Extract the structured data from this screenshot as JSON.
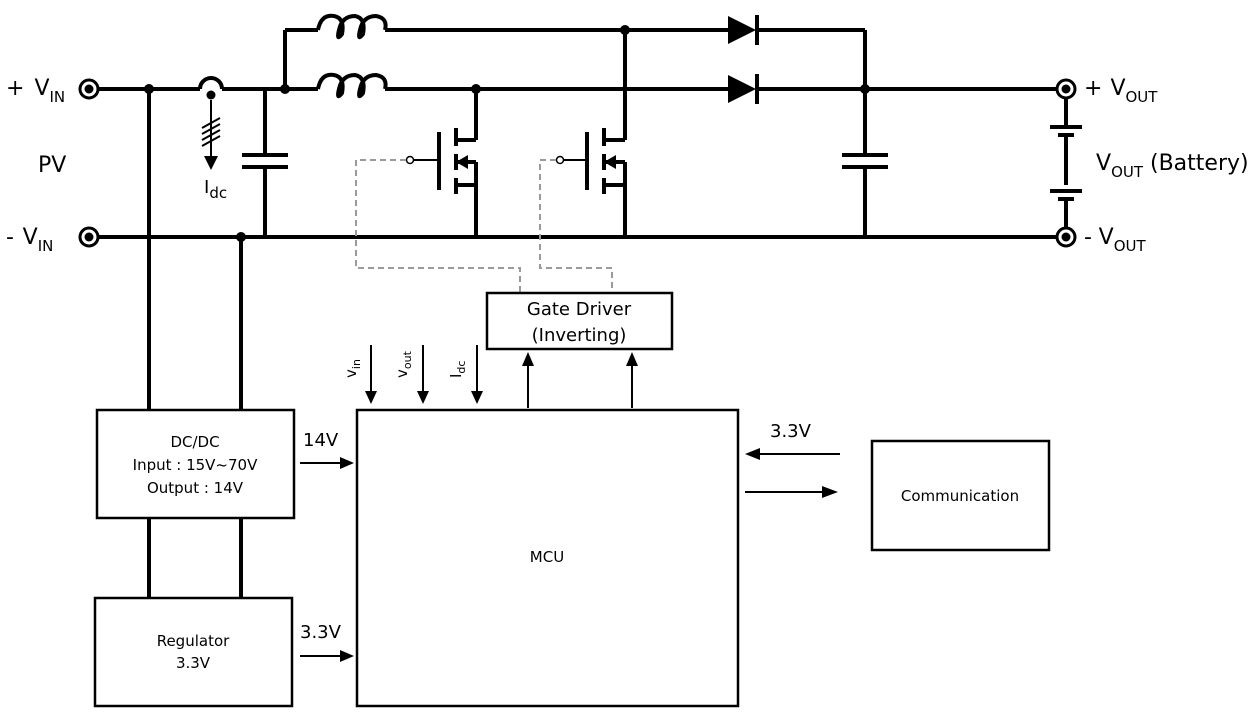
{
  "terminals": {
    "vin_pos": {
      "sign": "+",
      "symbol": "V",
      "sub": "IN"
    },
    "vin_neg": {
      "sign": "-",
      "symbol": "V",
      "sub": "IN"
    },
    "vout_pos": {
      "sign": "+",
      "symbol": "V",
      "sub": "OUT"
    },
    "vout_neg": {
      "sign": "-",
      "symbol": "V",
      "sub": "OUT"
    }
  },
  "pv_label": "PV",
  "current_sensor": {
    "symbol": "I",
    "sub": "dc"
  },
  "battery_label": {
    "symbol": "V",
    "sub": "OUT",
    "suffix": " (Battery)"
  },
  "blocks": {
    "gate_driver": {
      "line1": "Gate Driver",
      "line2": "(Inverting)"
    },
    "dcdc": {
      "line1": "DC/DC",
      "line2": "Input : 15V~70V",
      "line3": "Output : 14V"
    },
    "regulator": {
      "line1": "Regulator",
      "line2": "3.3V"
    },
    "mcu": {
      "label": "MCU"
    },
    "communication": {
      "label": "Communication"
    }
  },
  "mcu_inputs": [
    {
      "symbol": "v",
      "sub": "in"
    },
    {
      "symbol": "v",
      "sub": "out"
    },
    {
      "symbol": "I",
      "sub": "dc"
    }
  ],
  "supply_labels": {
    "dcdc_to_mcu": "14V",
    "reg_to_mcu": "3.3V",
    "comm_to_mcu": "3.3V"
  }
}
